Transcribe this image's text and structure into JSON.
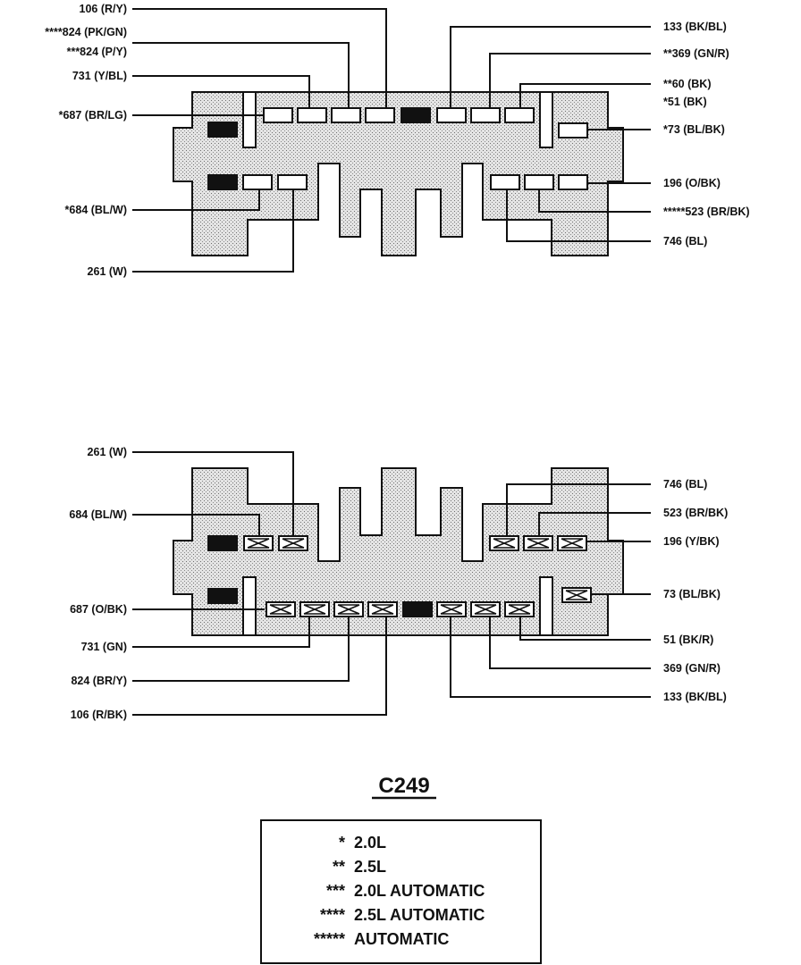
{
  "top_view": {
    "labels": {
      "w106": "106 (R/Y)",
      "w824a": "****824 (PK/GN)",
      "w824b": "***824 (P/Y)",
      "w731": "731 (Y/BL)",
      "w687": "*687 (BR/LG)",
      "w684": "*684 (BL/W)",
      "w261": "261 (W)",
      "w133": "133 (BK/BL)",
      "w369": "**369 (GN/R)",
      "w60": "**60 (BK)",
      "w51": "*51 (BK)",
      "w73": "*73 (BL/BK)",
      "w196": "196 (O/BK)",
      "w523": "*****523 (BR/BK)",
      "w746": "746 (BL)"
    }
  },
  "bottom_view": {
    "labels": {
      "w261": "261 (W)",
      "w684": "684 (BL/W)",
      "w687": "687 (O/BK)",
      "w731": "731 (GN)",
      "w824": "824 (BR/Y)",
      "w106": "106 (R/BK)",
      "w746": "746 (BL)",
      "w523": "523 (BR/BK)",
      "w196": "196 (Y/BK)",
      "w73": "73 (BL/BK)",
      "w51": "51 (BK/R)",
      "w369": "369 (GN/R)",
      "w133": "133 (BK/BL)"
    }
  },
  "connector_title": "C249",
  "legend": [
    {
      "mark": "*",
      "text": "2.0L"
    },
    {
      "mark": "**",
      "text": "2.5L"
    },
    {
      "mark": "***",
      "text": "2.0L AUTOMATIC"
    },
    {
      "mark": "****",
      "text": "2.5L AUTOMATIC"
    },
    {
      "mark": "*****",
      "text": "AUTOMATIC"
    }
  ],
  "colors": {
    "ink": "#111111",
    "body_fill": "#d9d9d9",
    "background": "#ffffff"
  }
}
